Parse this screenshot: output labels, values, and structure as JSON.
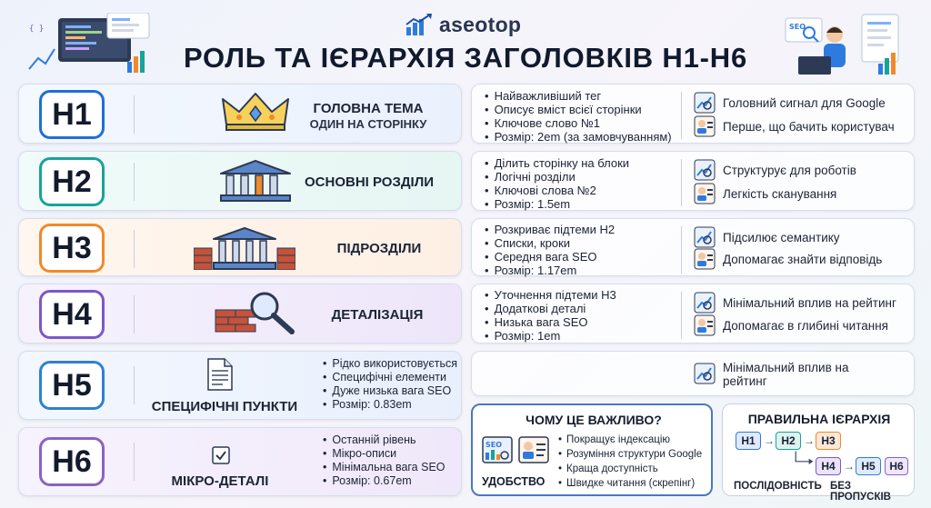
{
  "header": {
    "logo_text": "aseotop",
    "title": "РОЛЬ ТА ІЄРАРХІЯ ЗАГОЛОВКІВ H1-H6"
  },
  "rows": [
    {
      "tag": "H1",
      "label": "ГОЛОВНА ТЕМА",
      "sublabel": "ОДИН НА СТОРІНКУ",
      "bullets": [
        "Найважливіший тег",
        "Описує вміст всієї сторінки",
        "Ключове слово №1",
        "Розмір: 2em (за замовчуванням)"
      ],
      "signals": [
        "Головний сигнал для Google",
        "Перше, що бачить користувач"
      ],
      "color": "#1e6fd9"
    },
    {
      "tag": "H2",
      "label": "ОСНОВНІ РОЗДІЛИ",
      "bullets": [
        "Ділить сторінку на блоки",
        "Логічні розділи",
        "Ключові слова №2",
        "Розмір: 1.5em"
      ],
      "signals": [
        "Структурує для роботів",
        "Легкість сканування"
      ],
      "color": "#18a39a"
    },
    {
      "tag": "H3",
      "label": "ПІДРОЗДІЛИ",
      "bullets": [
        "Розкриває підтеми H2",
        "Списки, кроки",
        "Середня вага SEO",
        "Розмір: 1.17em"
      ],
      "signals": [
        "Підсилює семантику",
        "Допомагає знайти відповідь"
      ],
      "color": "#f08a2c"
    },
    {
      "tag": "H4",
      "label": "ДЕТАЛІЗАЦІЯ",
      "bullets": [
        "Уточнення підтеми H3",
        "Додаткові деталі",
        "Низька вага SEO",
        "Розмір: 1em"
      ],
      "signals": [
        "Мінімальний вплив на рейтинг",
        "Допомагає в глибині читання"
      ],
      "color": "#7a58c8"
    },
    {
      "tag": "H5",
      "label": "СПЕЦИФІЧНІ ПУНКТИ",
      "bullets": [
        "Рідко використовується",
        "Специфічні елементи",
        "Дуже низька вага SEO",
        "Розмір: 0.83em"
      ],
      "signals": [
        "Мінімальний вплив на",
        "рейтинг"
      ],
      "color": "#2f7fd6"
    },
    {
      "tag": "H6",
      "label": "МІКРО-ДЕТАЛІ",
      "bullets": [
        "Останній рівень",
        "Мікро-описи",
        "Мінімальна вага SEO",
        "Розмір: 0.67em"
      ],
      "color": "#8a62c6"
    }
  ],
  "why": {
    "title": "ЧОМУ ЦЕ ВАЖЛИВО?",
    "items": [
      "Покращує індексацію",
      "Розуміння структури Google",
      "Краща доступність",
      "Швидке читання (скрепінг)"
    ],
    "caption": "УДОБСТВО"
  },
  "hierarchy": {
    "title": "ПРАВИЛЬНА ІЄРАРХІЯ",
    "levels": [
      "H1",
      "H2",
      "H3",
      "H4",
      "H5",
      "H6"
    ],
    "caption_left": "ПОСЛІДОВНІСТЬ",
    "caption_right": "БЕЗ ПРОПУСКІВ"
  },
  "icons": {
    "row1": "crown-icon",
    "row2": "temple-icon",
    "row3": "temple-bricks-icon",
    "row4": "magnifier-bricks-icon",
    "row5": "document-icon",
    "row6": "checkbox-icon",
    "signal_a": "seo-chart-icon",
    "signal_b": "user-card-icon"
  }
}
